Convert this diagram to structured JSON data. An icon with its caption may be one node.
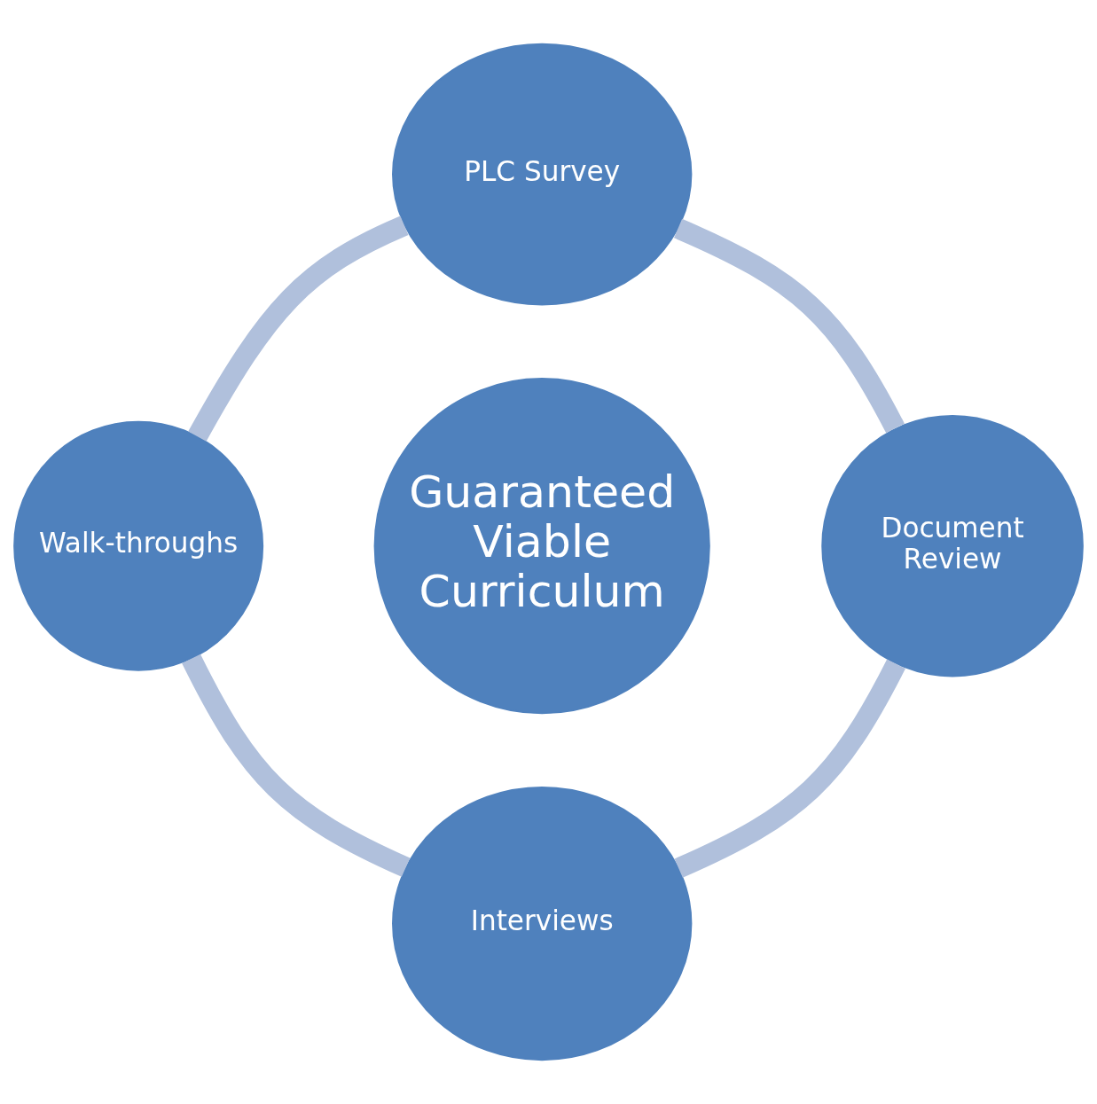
{
  "diagram": {
    "nodes": [
      {
        "text": [
          "PLC Survey"
        ]
      },
      {
        "text": [
          "Walk-throughs"
        ]
      },
      {
        "text": [
          "Guaranteed Viable Curriculum"
        ]
      },
      {
        "text": [
          "Document Review"
        ]
      },
      {
        "text": [
          "Interviews"
        ]
      }
    ],
    "edges": [
      {
        "from": 0,
        "to": 3,
        "arrow": "none"
      },
      {
        "from": 3,
        "to": 4,
        "arrow": "none"
      },
      {
        "from": 4,
        "to": 1,
        "arrow": "none"
      },
      {
        "from": 1,
        "to": 0,
        "arrow": "none"
      }
    ]
  }
}
